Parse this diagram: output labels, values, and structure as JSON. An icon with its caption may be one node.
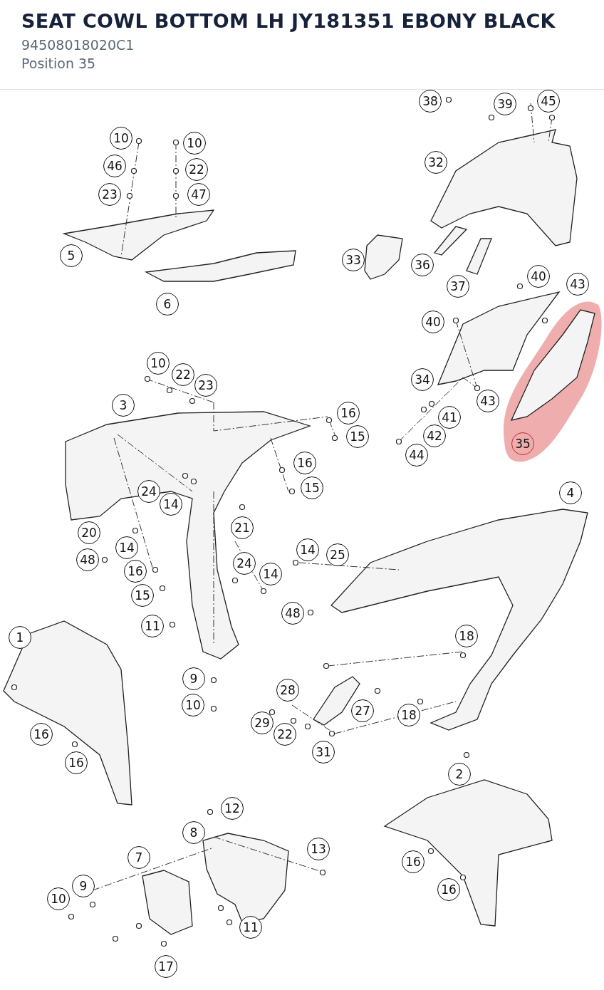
{
  "diagram": {
    "title": "SEAT COWL BOTTOM LH JY181351 EBONY BLACK",
    "labels": [
      "94508018020C1",
      "Position 35",
      "38",
      "39",
      "45",
      "10",
      "10",
      "46",
      "22",
      "32",
      "23",
      "47",
      "5",
      "33",
      "36",
      "37",
      "40",
      "43",
      "6",
      "40",
      "10",
      "22",
      "23",
      "34",
      "43",
      "3",
      "16",
      "41",
      "15",
      "42",
      "35",
      "44",
      "16",
      "24",
      "15",
      "14",
      "4",
      "20",
      "21",
      "14",
      "14",
      "25",
      "48",
      "24",
      "16",
      "14",
      "15",
      "48",
      "11",
      "1",
      "18",
      "9",
      "28",
      "10",
      "27",
      "18",
      "29",
      "16",
      "22",
      "31",
      "16",
      "2",
      "12",
      "8",
      "13",
      "7",
      "16",
      "9",
      "16",
      "10",
      "11",
      "17"
    ]
  }
}
